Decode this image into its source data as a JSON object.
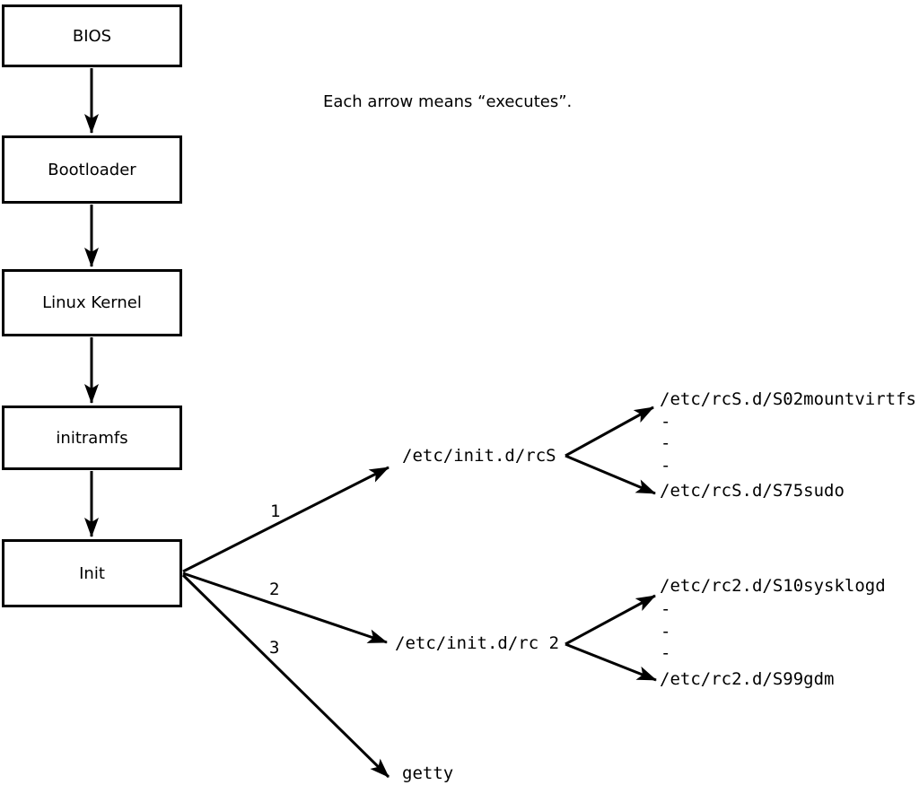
{
  "note": "Each arrow means “executes”.",
  "chain": {
    "boxes": [
      {
        "label": "BIOS"
      },
      {
        "label": "Bootloader"
      },
      {
        "label": "Linux Kernel"
      },
      {
        "label": "initramfs"
      },
      {
        "label": "Init"
      }
    ]
  },
  "branches": {
    "labels": {
      "one": "1",
      "two": "2",
      "three": "3"
    },
    "rcS": {
      "target": "/etc/init.d/rcS",
      "children": [
        "/etc/rcS.d/S02mountvirtfs",
        "-",
        "-",
        "-",
        "/etc/rcS.d/S75sudo"
      ]
    },
    "rc2": {
      "target": "/etc/init.d/rc 2",
      "children": [
        "/etc/rc2.d/S10sysklogd",
        "-",
        "-",
        "-",
        "/etc/rc2.d/S99gdm"
      ]
    },
    "getty": {
      "target": "getty"
    }
  },
  "colors": {
    "line": "#000000",
    "background": "#ffffff"
  }
}
